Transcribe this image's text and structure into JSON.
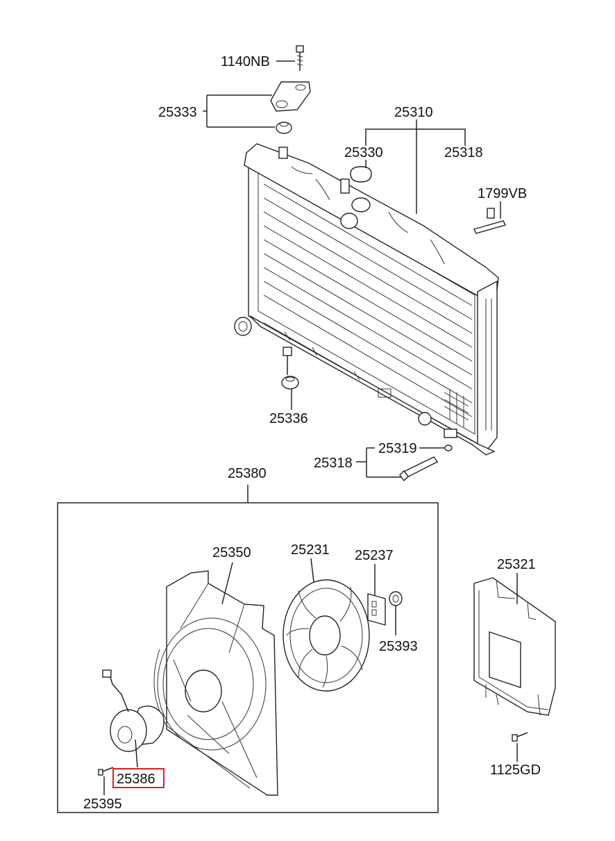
{
  "labels": {
    "p1140NB": "1140NB",
    "p25333": "25333",
    "p25310": "25310",
    "p25330": "25330",
    "p25318_top": "25318",
    "p1799VB": "1799VB",
    "p25336": "25336",
    "p25319": "25319",
    "p25318_bottom": "25318",
    "p25380": "25380",
    "p25350": "25350",
    "p25231": "25231",
    "p25237": "25237",
    "p25393": "25393",
    "p25321": "25321",
    "p1125GD": "1125GD",
    "p25386": "25386",
    "p25395": "25395"
  },
  "highlight": {
    "part": "25386",
    "color": "#e0201e"
  }
}
